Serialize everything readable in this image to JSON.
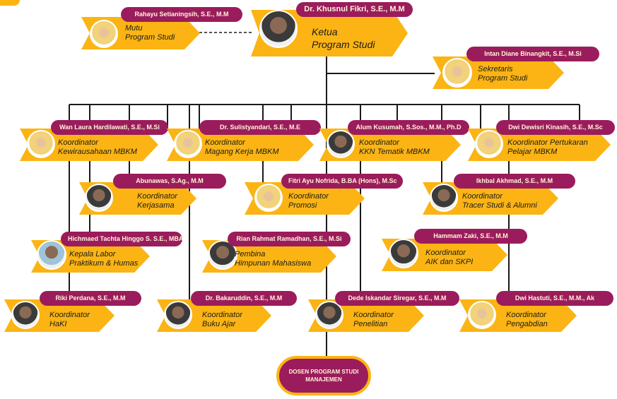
{
  "nodes": {
    "ketua": {
      "name": "Dr. Khusnul Fikri, S.E., M.M",
      "role": [
        "Ketua",
        "Program Studi"
      ]
    },
    "mutu": {
      "name": "Rahayu Setianingsih, S.E., M.M",
      "role": [
        "Mutu",
        "Program Studi"
      ]
    },
    "sekretaris": {
      "name": "Intan Diane Binangkit, S.E., M.Si",
      "role": [
        "Sekretaris",
        "Program Studi"
      ]
    },
    "kewirausahaan": {
      "name": "Wan Laura Hardilawati, S.E., M.Si",
      "role": [
        "Koordinator",
        "Kewirausahaan MBKM"
      ]
    },
    "magang": {
      "name": "Dr. Sulistyandari, S.E., M.E",
      "role": [
        "Koordinator",
        "Magang Kerja MBKM"
      ]
    },
    "kkn": {
      "name": "Alum Kusumah, S.Sos., M.M., Ph.D",
      "role": [
        "Koordinator",
        "KKN Tematik MBKM"
      ]
    },
    "pertukaran": {
      "name": "Dwi Dewisri Kinasih, S.E., M.Sc",
      "role": [
        "Koordinator Pertukaran",
        "Pelajar MBKM"
      ]
    },
    "kerjasama": {
      "name": "Abunawas, S.Ag., M.M",
      "role": [
        "Koordinator",
        "Kerjasama"
      ]
    },
    "promosi": {
      "name": "Fitri Ayu Nofrida, B.BA (Hons), M.Sc",
      "role": [
        "Koordinator",
        "Promosi"
      ]
    },
    "tracer": {
      "name": "Ikhbal Akhmad, S.E., M.M",
      "role": [
        "Koordinator",
        "Tracer Studi & Alumni"
      ]
    },
    "labor": {
      "name": "Hichmaed Tachta Hinggo S. S.E., MBA",
      "role": [
        "Kepala Labor",
        "Praktikum & Humas"
      ]
    },
    "himpunan": {
      "name": "Rian Rahmat Ramadhan, S.E., M.Si",
      "role": [
        "Pembina",
        "Himpunan Mahasiswa"
      ]
    },
    "aik": {
      "name": "Hammam Zaki, S.E., M.M",
      "role": [
        "Koordinator",
        "AIK dan SKPI"
      ]
    },
    "haki": {
      "name": "Riki Perdana, S.E., M.M",
      "role": [
        "Koordinator",
        "HaKI"
      ]
    },
    "bukuajar": {
      "name": "Dr. Bakaruddin, S.E., M.M",
      "role": [
        "Koordinator",
        "Buku Ajar"
      ]
    },
    "penelitian": {
      "name": "Dede Iskandar Siregar, S.E., M.M",
      "role": [
        "Koordinator",
        "Penelitian"
      ]
    },
    "pengabdian": {
      "name": "Dwi Hastuti, S.E., M.M., Ak",
      "role": [
        "Koordinator",
        "Pengabdian"
      ]
    }
  },
  "dosen": "DOSEN PROGRAM STUDI MANAJEMEN",
  "colors": {
    "box": "#fbb413",
    "name_pill": "#9b1c5c",
    "name_text": "#fff6d8",
    "line": "#1a1a1a"
  }
}
